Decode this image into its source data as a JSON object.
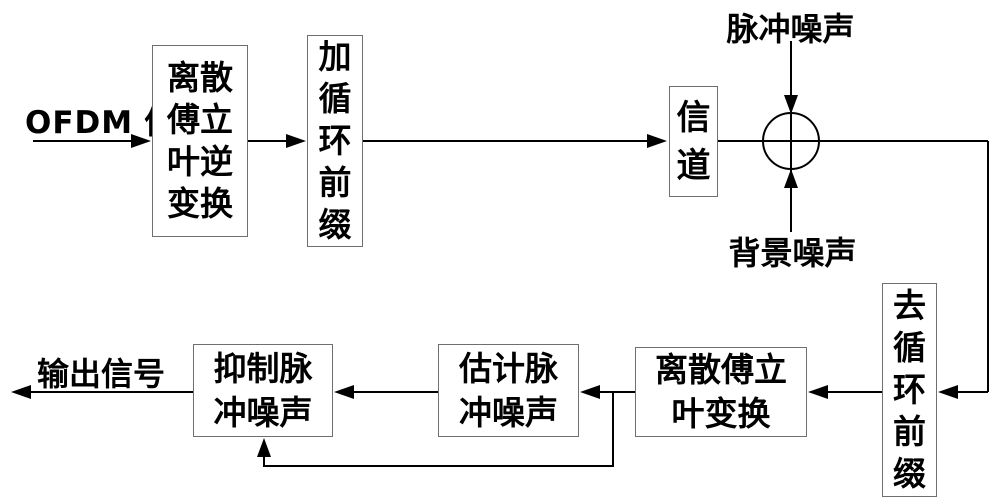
{
  "colors": {
    "background": "#ffffff",
    "line": "#000000",
    "box_border": "#6f6f6f",
    "text": "#000000"
  },
  "input_label": {
    "line1": "OFDM",
    "line2": "信号"
  },
  "noise_labels": {
    "impulse": "脉冲噪声",
    "background": "背景噪声"
  },
  "output_label": "输出信号",
  "boxes": {
    "idft": {
      "label": "离散傅立叶逆变换",
      "lines": [
        "离散",
        "傅立",
        "叶逆",
        "变换"
      ]
    },
    "add_cp": {
      "label": "加循环前缀",
      "lines": [
        "加",
        "循",
        "环",
        "前",
        "缀"
      ]
    },
    "channel": {
      "label": "信道",
      "lines": [
        "信",
        "道"
      ]
    },
    "remove_cp": {
      "label": "去循环前缀",
      "lines": [
        "去",
        "循",
        "环",
        "前",
        "缀"
      ]
    },
    "dft": {
      "label": "离散傅立叶变换",
      "lines": [
        "离散傅立",
        "叶变换"
      ]
    },
    "estimate_noise": {
      "label": "估计脉冲噪声",
      "lines": [
        "估计脉",
        "冲噪声"
      ]
    },
    "suppress_noise": {
      "label": "抑制脉冲噪声",
      "lines": [
        "抑制脉",
        "冲噪声"
      ]
    }
  },
  "adder": {
    "type": "sum-junction"
  }
}
